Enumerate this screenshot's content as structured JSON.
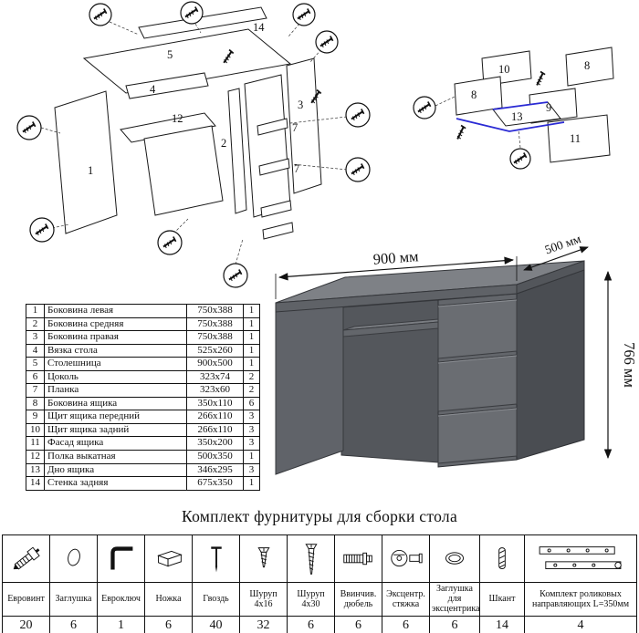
{
  "title": "Комплект фурнитуры для сборки стола",
  "parts_table": {
    "rows": [
      {
        "num": "1",
        "name": "Боковина левая",
        "size": "750x388",
        "qty": "1"
      },
      {
        "num": "2",
        "name": "Боковина средняя",
        "size": "750x388",
        "qty": "1"
      },
      {
        "num": "3",
        "name": "Боковина правая",
        "size": "750x388",
        "qty": "1"
      },
      {
        "num": "4",
        "name": "Вязка стола",
        "size": "525x260",
        "qty": "1"
      },
      {
        "num": "5",
        "name": "Столешница",
        "size": "900x500",
        "qty": "1"
      },
      {
        "num": "6",
        "name": "Цоколь",
        "size": "323x74",
        "qty": "2"
      },
      {
        "num": "7",
        "name": "Планка",
        "size": "323x60",
        "qty": "2"
      },
      {
        "num": "8",
        "name": "Боковина ящика",
        "size": "350x110",
        "qty": "6"
      },
      {
        "num": "9",
        "name": "Щит ящика передний",
        "size": "266x110",
        "qty": "3"
      },
      {
        "num": "10",
        "name": "Щит ящика задний",
        "size": "266x110",
        "qty": "3"
      },
      {
        "num": "11",
        "name": "Фасад ящика",
        "size": "350x200",
        "qty": "3"
      },
      {
        "num": "12",
        "name": "Полка выкатная",
        "size": "500x350",
        "qty": "1"
      },
      {
        "num": "13",
        "name": "Дно ящика",
        "size": "346x295",
        "qty": "3"
      },
      {
        "num": "14",
        "name": "Стенка задняя",
        "size": "675x350",
        "qty": "1"
      }
    ]
  },
  "dimensions": {
    "width": "900 мм",
    "depth": "500 мм",
    "height": "766 мм"
  },
  "hardware": {
    "items": [
      {
        "name": "Евровинт",
        "qty": "20",
        "icon": "confirmat-screw"
      },
      {
        "name": "Заглушка",
        "qty": "6",
        "icon": "plug-cap"
      },
      {
        "name": "Евроключ",
        "qty": "1",
        "icon": "hex-key"
      },
      {
        "name": "Ножка",
        "qty": "6",
        "icon": "foot"
      },
      {
        "name": "Гвоздь",
        "qty": "40",
        "icon": "nail"
      },
      {
        "name": "Шуруп 4х16",
        "qty": "32",
        "icon": "screw-short"
      },
      {
        "name": "Шуруп 4х30",
        "qty": "6",
        "icon": "screw-long"
      },
      {
        "name": "Ввинчив. дюбель",
        "qty": "6",
        "icon": "screw-in-dowel"
      },
      {
        "name": "Эксцентр. стяжка",
        "qty": "6",
        "icon": "cam-lock"
      },
      {
        "name": "Заглушка для эксцентрика",
        "qty": "6",
        "icon": "cam-cap"
      },
      {
        "name": "Шкант",
        "qty": "14",
        "icon": "wood-dowel"
      },
      {
        "name": "Комплект роликовых направляющих L=350мм",
        "qty": "4",
        "icon": "drawer-slides"
      }
    ]
  },
  "diagram_left": {
    "labels": {
      "p14": "14",
      "p5": "5",
      "p4": "4",
      "p12": "12",
      "p2": "2",
      "p1": "1",
      "p3": "3",
      "p7a": "7",
      "p7b": "7"
    }
  },
  "diagram_right": {
    "labels": {
      "p10": "10",
      "p8a": "8",
      "p8b": "8",
      "p9": "9",
      "p13": "13",
      "p11": "11"
    }
  }
}
